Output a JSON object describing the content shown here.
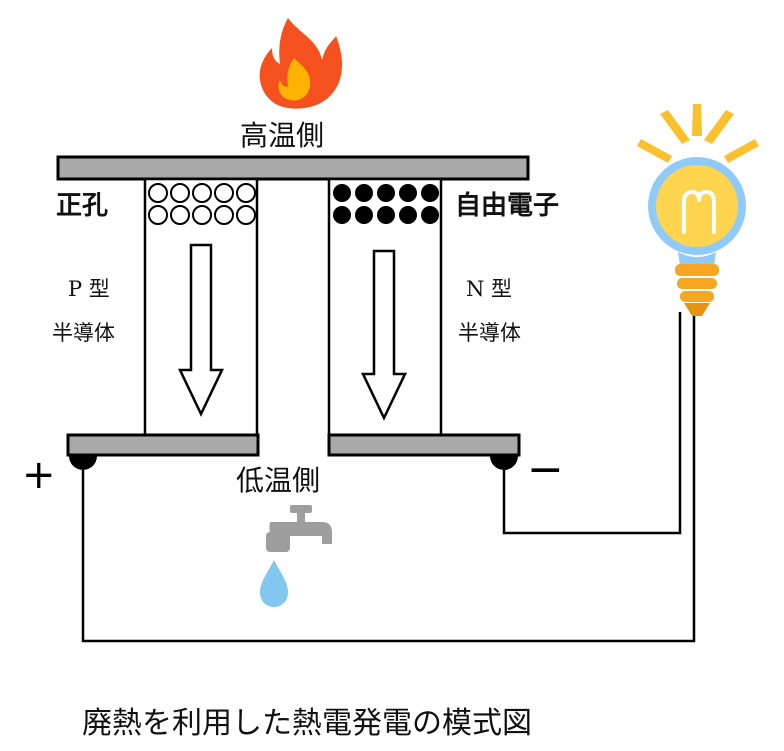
{
  "labels": {
    "hot_side": "高温側",
    "cold_side": "低温側",
    "holes": "正孔",
    "free_electrons": "自由電子",
    "p_type_line1": "P 型",
    "p_type_line2": "半導体",
    "n_type_line1": "N 型",
    "n_type_line2": "半導体",
    "plus": "+",
    "minus": "−",
    "caption": "廃熱を利用した熱電発電の模式図"
  },
  "colors": {
    "plate": "#a9a9a9",
    "flame_outer": "#f4511e",
    "flame_inner": "#ffb300",
    "bulb_glass": "#ffd54f",
    "bulb_ring": "#90caf9",
    "bulb_base": "#f5a623",
    "rays": "#fbc02d",
    "faucet": "#9e9e9e",
    "droplet": "#81c7f0"
  },
  "icons": {
    "flame": "flame-icon",
    "bulb": "light-bulb-icon",
    "faucet": "faucet-icon",
    "droplet": "water-drop-icon"
  }
}
